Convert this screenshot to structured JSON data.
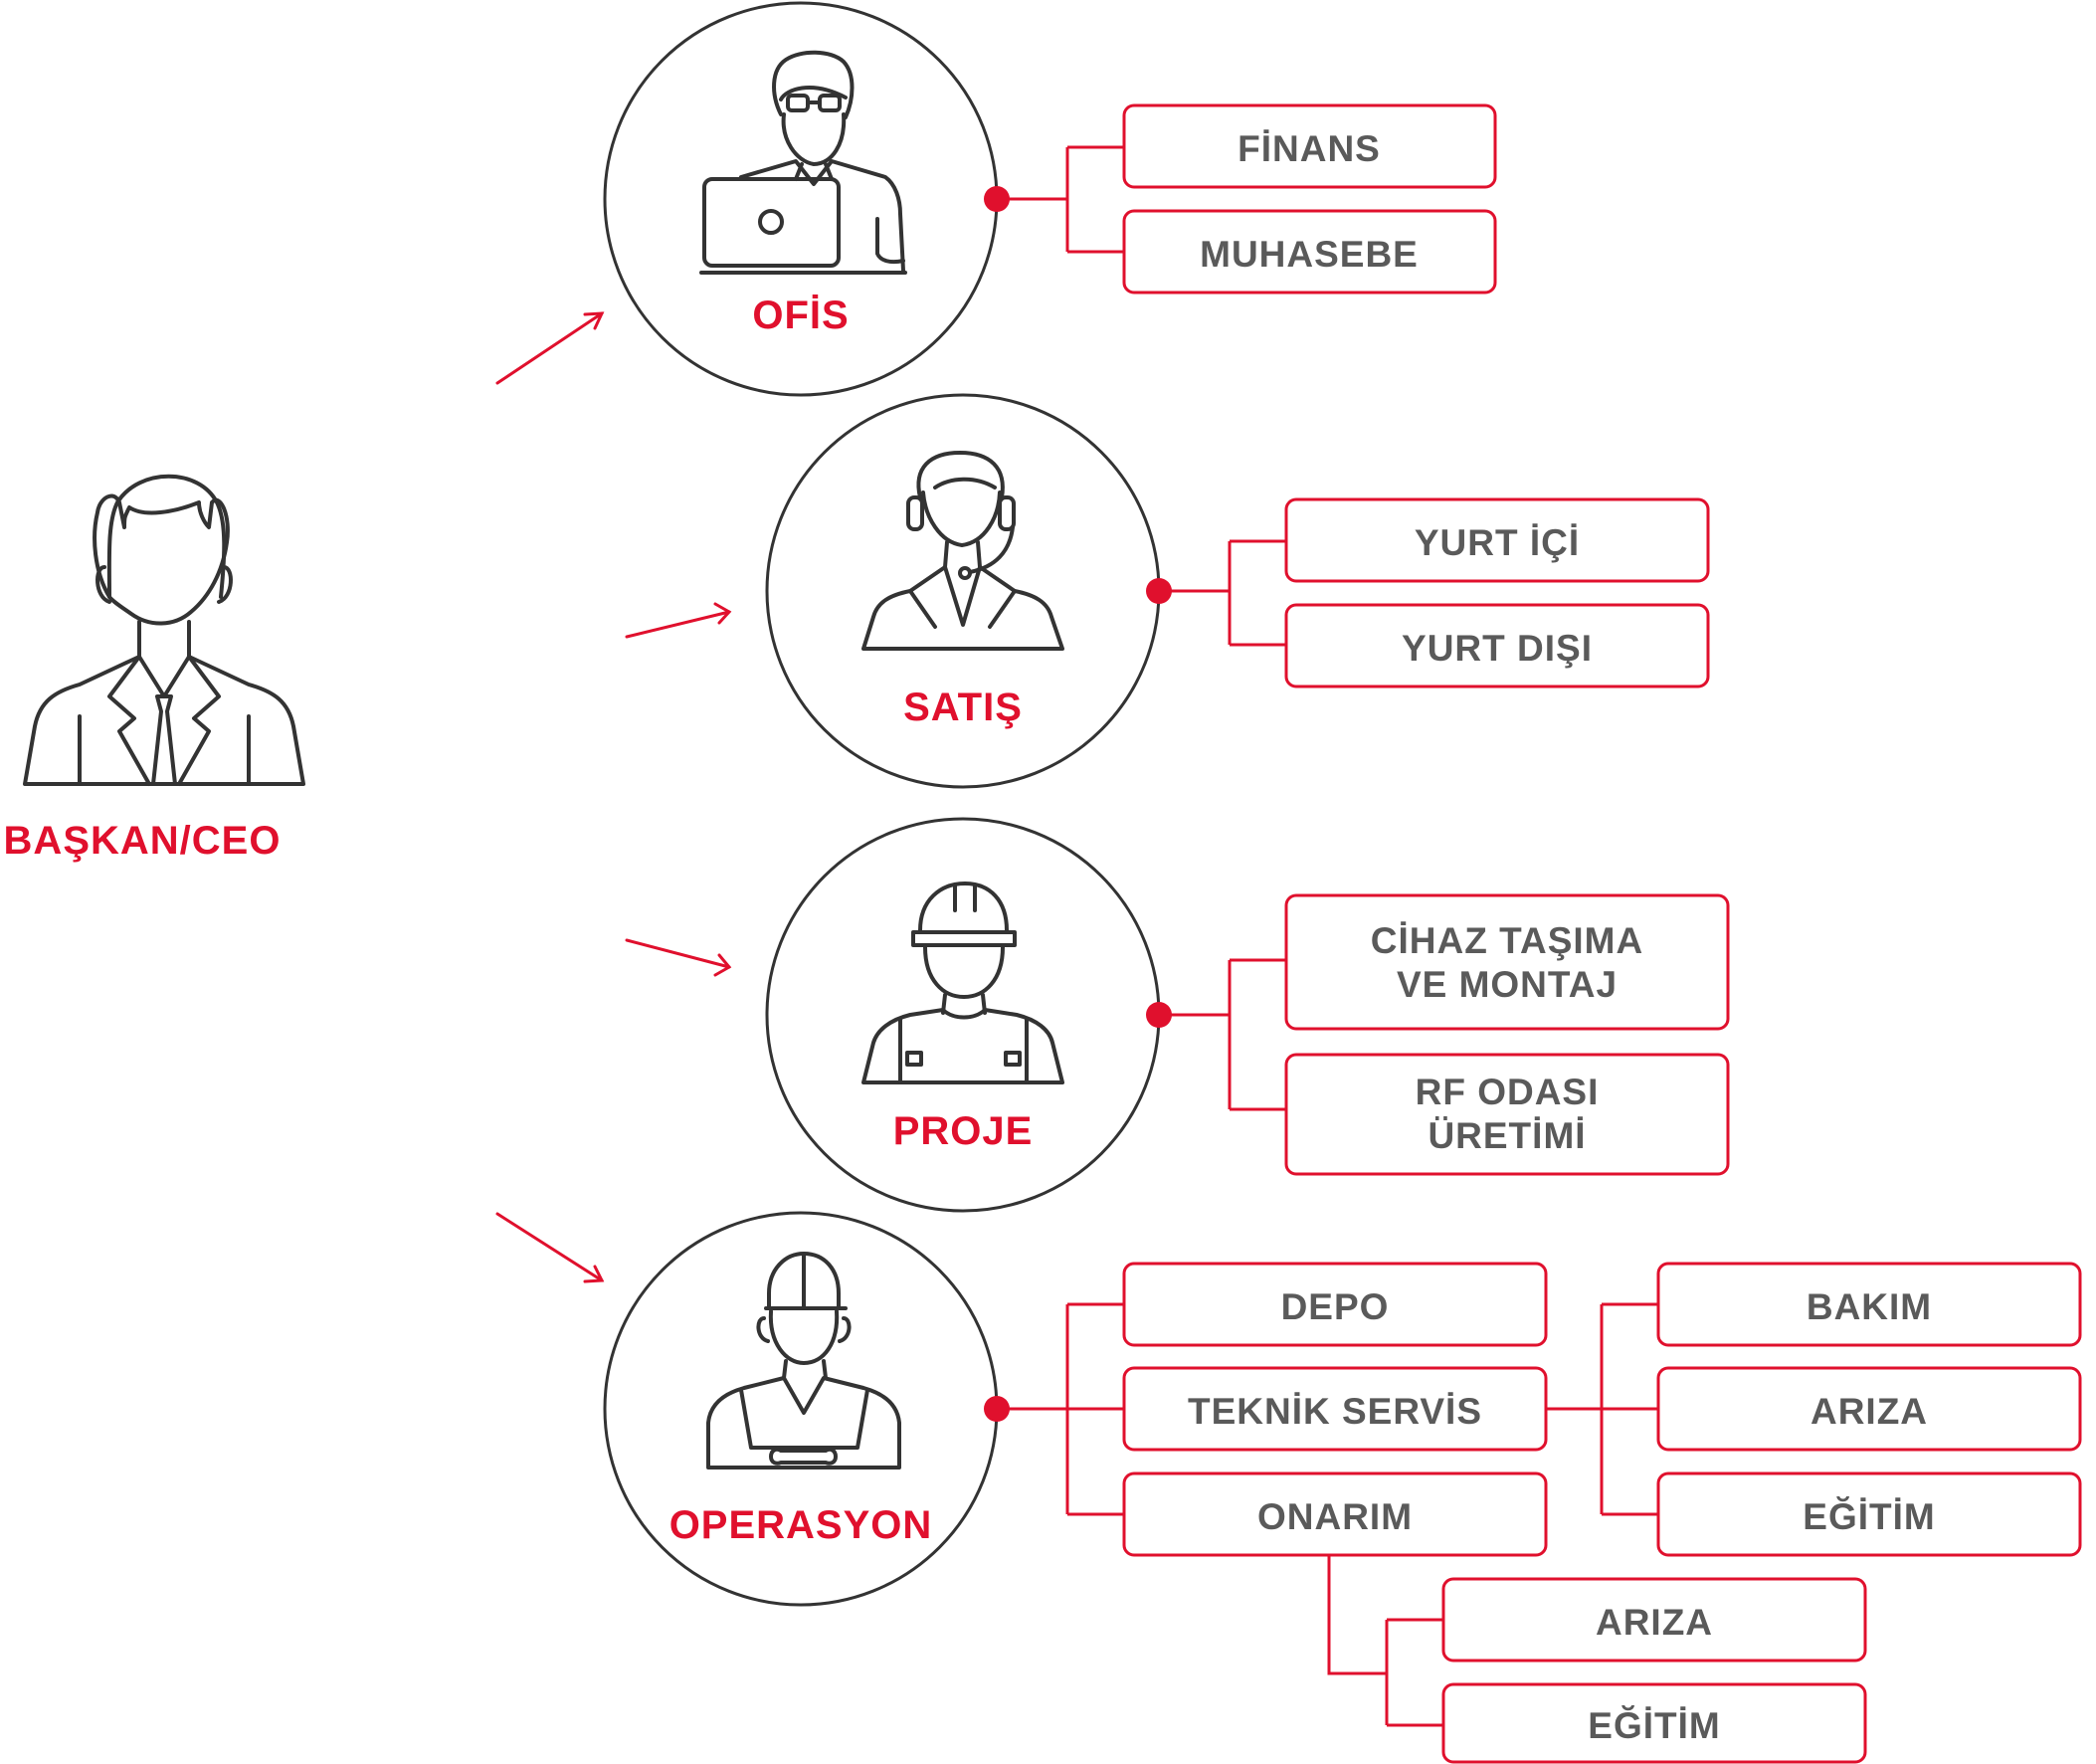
{
  "ceo": {
    "label": "BAŞKAN/CEO",
    "icon": "businessman-icon"
  },
  "departments": {
    "ofis": {
      "label": "OFİS",
      "icon": "office-worker-laptop-icon",
      "children": {
        "finans": "FİNANS",
        "muhasebe": "MUHASEBE"
      }
    },
    "satis": {
      "label": "SATIŞ",
      "icon": "headset-operator-icon",
      "children": {
        "yurt_ici": "YURT İÇİ",
        "yurt_disi": "YURT DIŞI"
      }
    },
    "proje": {
      "label": "PROJE",
      "icon": "hard-hat-worker-icon",
      "children": {
        "cihaz": {
          "line1": "CİHAZ TAŞIMA",
          "line2": "VE MONTAJ"
        },
        "rf": {
          "line1": "RF ODASI",
          "line2": "ÜRETİMİ"
        }
      }
    },
    "operasyon": {
      "label": "OPERASYON",
      "icon": "mechanic-icon",
      "children": {
        "depo": "DEPO",
        "teknik_servis": "TEKNİK SERVİS",
        "onarim": "ONARIM"
      },
      "teknik_servis_children": {
        "bakim": "BAKIM",
        "ariza": "ARIZA",
        "egitim": "EĞİTİM"
      },
      "onarim_children": {
        "ariza": "ARIZA",
        "egitim": "EĞİTİM"
      }
    }
  },
  "colors": {
    "accent": "#e0102d",
    "text": "#5a5a5a",
    "outline": "#333333"
  }
}
